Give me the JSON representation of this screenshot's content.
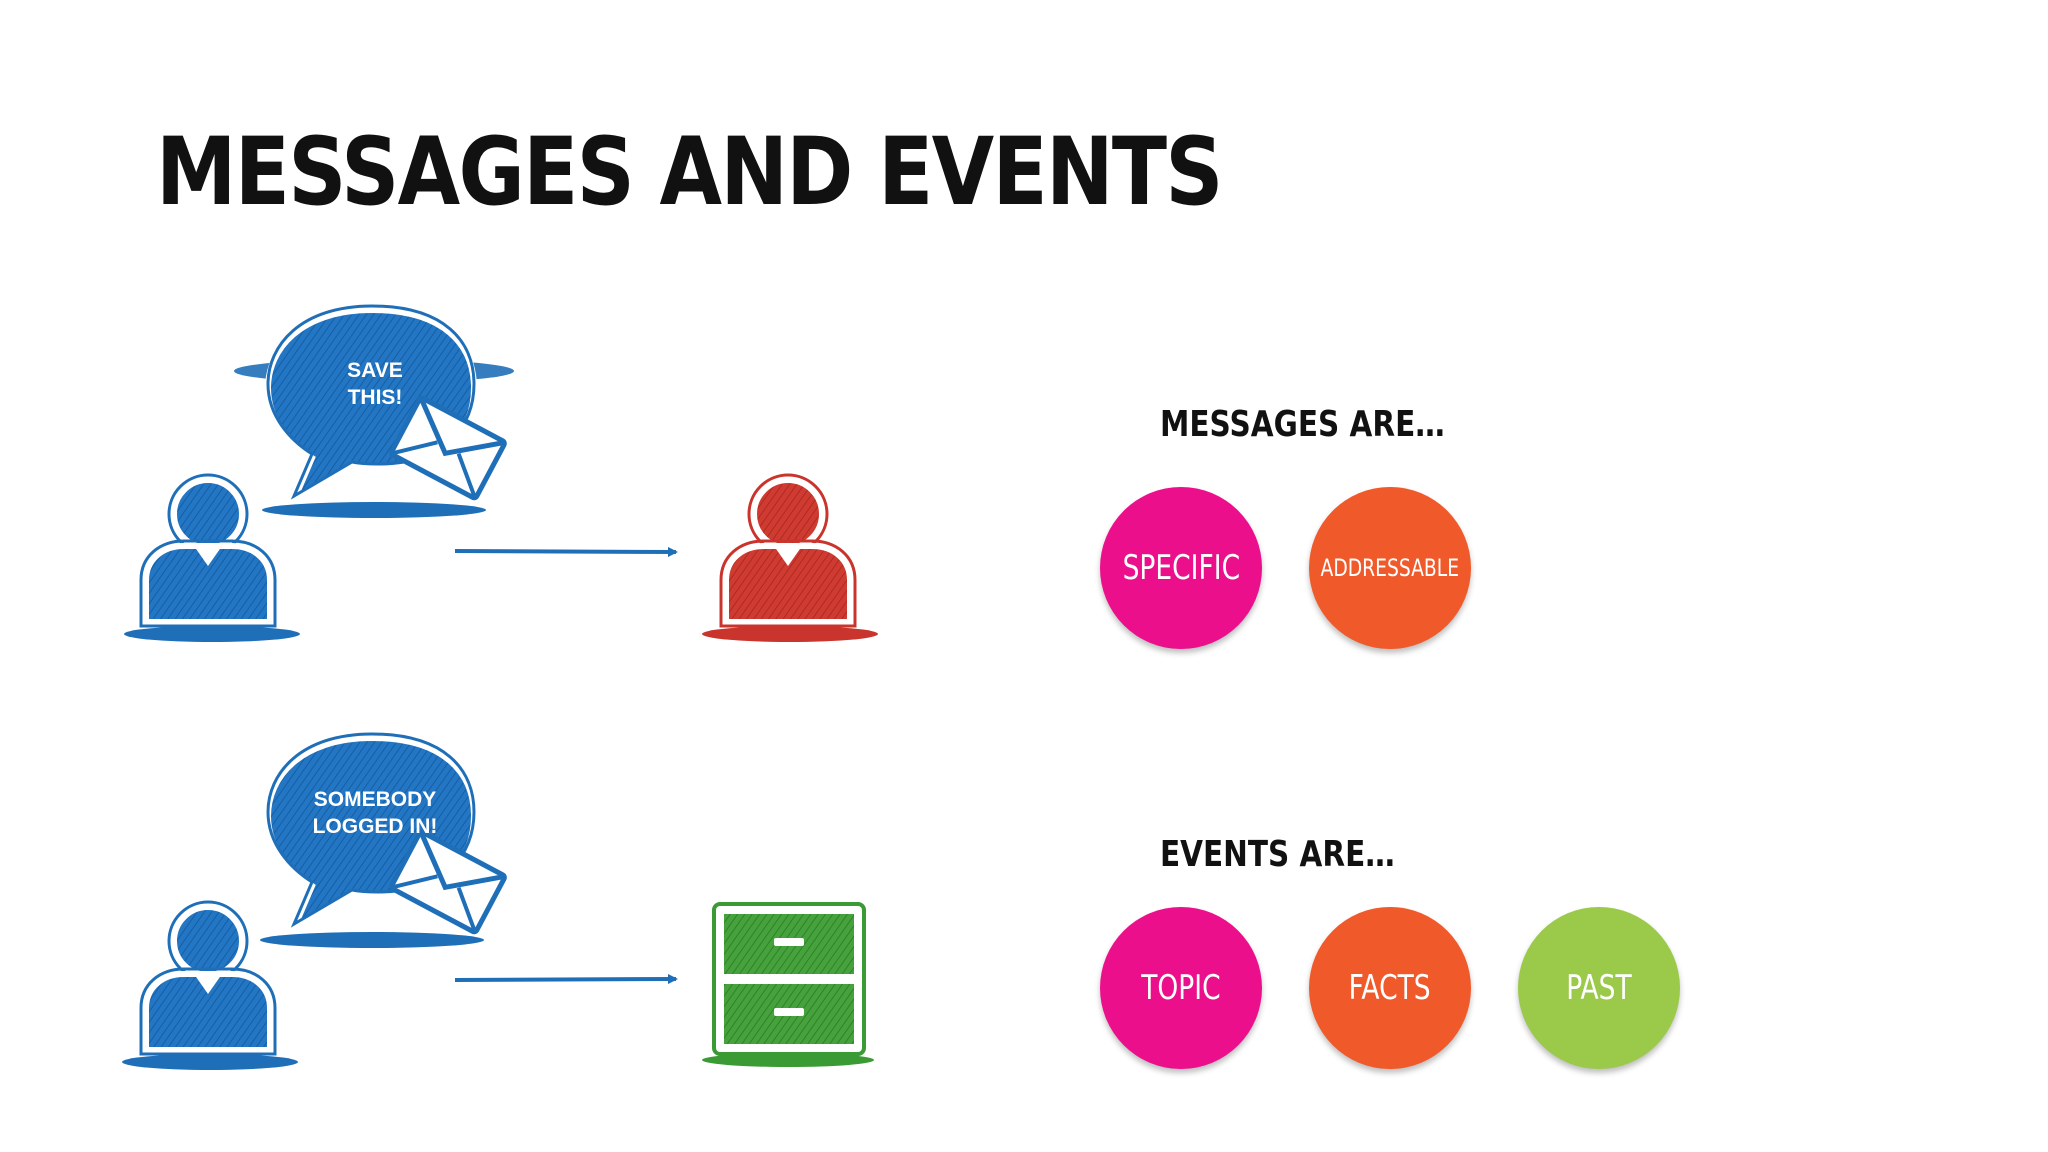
{
  "title": "MESSAGES AND EVENTS",
  "top_row": {
    "bubble_text": [
      "SAVE",
      "THIS!"
    ]
  },
  "bottom_row": {
    "bubble_text": [
      "SOMEBODY",
      "LOGGED IN!"
    ]
  },
  "messages": {
    "label": "MESSAGES ARE…",
    "traits": [
      "SPECIFIC",
      "ADDRESSABLE"
    ]
  },
  "events": {
    "label": "EVENTS ARE…",
    "traits": [
      "TOPIC",
      "FACTS",
      "PAST"
    ]
  },
  "colors": {
    "blue": "#1f6fb8",
    "red": "#c9342c",
    "green": "#3a9a33",
    "magenta": "#ec0f8c",
    "orange": "#f0592a",
    "lime": "#9bc94a"
  },
  "icons": [
    "person-icon",
    "speech-bubble-icon",
    "envelope-icon",
    "arrow-icon",
    "filing-cabinet-icon"
  ]
}
